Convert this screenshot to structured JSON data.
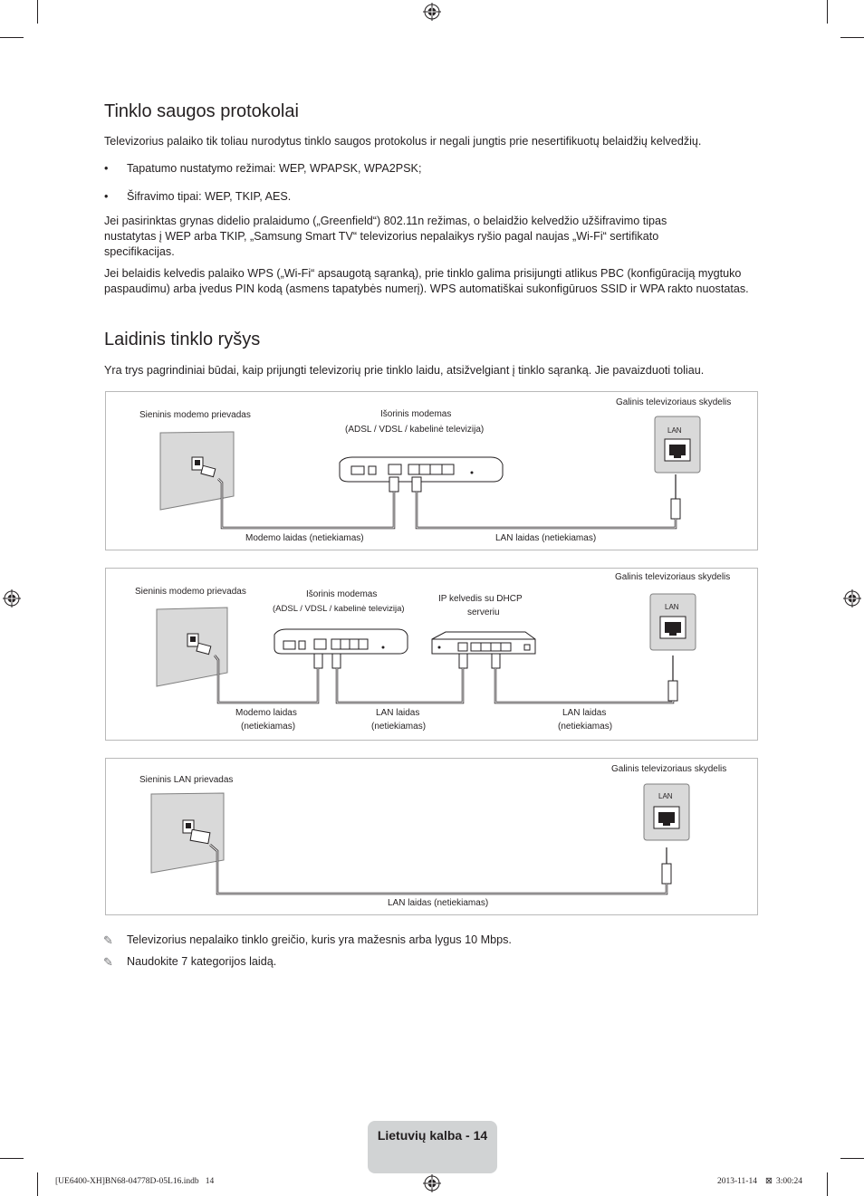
{
  "section1": {
    "title": "Tinklo saugos protokolai",
    "intro": "Televizorius palaiko tik toliau nurodytus tinklo saugos protokolus ir negali jungtis prie nesertifikuotų belaidžių kelvedžių.",
    "bullets": [
      "Tapatumo nustatymo režimai: WEP, WPAPSK, WPA2PSK;",
      "Šifravimo tipai: WEP, TKIP, AES."
    ],
    "bullet_char": "•",
    "para1": "Jei pasirinktas grynas didelio pralaidumo („Greenfield“) 802.11n režimas, o belaidžio kelvedžio užšifravimo tipas nustatytas į WEP arba TKIP, „Samsung Smart TV“ televizorius nepalaikys ryšio pagal naujas „Wi-Fi“ sertifikato specifikacijas.",
    "para2": "Jei belaidis kelvedis palaiko WPS („Wi-Fi“ apsaugotą sąranką), prie tinklo galima prisijungti atlikus PBC (konfigūraciją mygtuko paspaudimu) arba įvedus PIN kodą (asmens tapatybės numerį). WPS automatiškai sukonfigūruos SSID ir WPA rakto nuostatas."
  },
  "section2": {
    "title": "Laidinis tinklo ryšys",
    "intro": "Yra trys pagrindiniai būdai, kaip prijungti televizorių prie tinklo laidu, atsižvelgiant į tinklo sąranką. Jie pavaizduoti toliau."
  },
  "diagram1": {
    "wall_port": "Sieninis modemo prievadas",
    "modem_line1": "Išorinis modemas",
    "modem_line2": "(ADSL / VDSL / kabelinė televizija)",
    "tv_panel": "Galinis televizoriaus skydelis",
    "lan_port": "LAN",
    "cable1": "Modemo laidas (netiekiamas)",
    "cable2": "LAN laidas (netiekiamas)"
  },
  "diagram2": {
    "wall_port": "Sieninis modemo prievadas",
    "modem_line1": "Išorinis modemas",
    "modem_line2": "(ADSL / VDSL / kabelinė televizija)",
    "router_line1": "IP kelvedis su DHCP",
    "router_line2": "serveriu",
    "tv_panel": "Galinis televizoriaus skydelis",
    "lan_port": "LAN",
    "cable1_line1": "Modemo laidas",
    "cable1_line2": "(netiekiamas)",
    "cable2_line1": "LAN laidas",
    "cable2_line2": "(netiekiamas)",
    "cable3_line1": "LAN laidas",
    "cable3_line2": "(netiekiamas)"
  },
  "diagram3": {
    "wall_port": "Sieninis LAN prievadas",
    "tv_panel": "Galinis televizoriaus skydelis",
    "lan_port": "LAN",
    "cable1": "LAN laidas (netiekiamas)"
  },
  "notes": [
    "Televizorius nepalaiko tinklo greičio, kuris yra mažesnis arba lygus 10 Mbps.",
    "Naudokite 7 kategorijos laidą."
  ],
  "note_icon": "pencil-note-icon",
  "note_char": "✎",
  "footer": {
    "page_label": "Lietuvių kalba - 14"
  },
  "print_info": {
    "file": "[UE6400-XH]BN68-04778D-05L16.indb   14",
    "date": "2013-11-14",
    "time_glyph": "⊠",
    "time": "3:00:24"
  }
}
